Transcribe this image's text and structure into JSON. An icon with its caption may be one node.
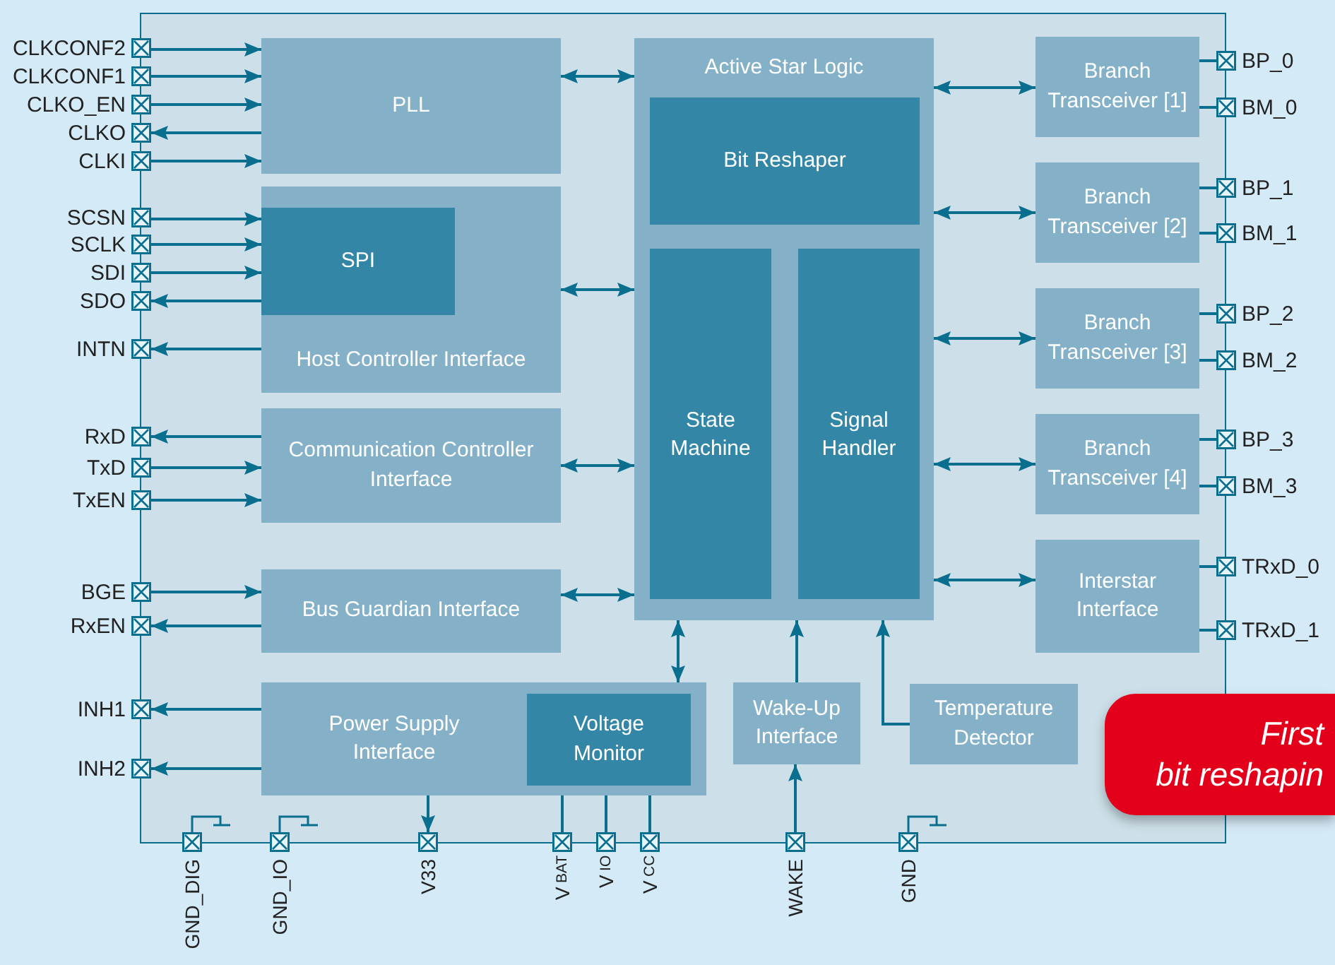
{
  "diagram": {
    "nodes": [
      {
        "text": [
          "PLL"
        ]
      },
      {
        "text": [
          "Host Controller Interface"
        ]
      },
      {
        "text": [
          "SPI"
        ],
        "in": 1
      },
      {
        "text": [
          "Communication Controller Interface"
        ]
      },
      {
        "text": [
          "Bus Guardian Interface"
        ]
      },
      {
        "text": [
          "Power Supply Interface"
        ]
      },
      {
        "text": [
          "Voltage Monitor"
        ],
        "in": 5
      },
      {
        "text": [
          "Active Star Logic"
        ]
      },
      {
        "text": [
          "Bit Reshaper"
        ],
        "in": 7
      },
      {
        "text": [
          "State Machine"
        ],
        "in": 7
      },
      {
        "text": [
          "Signal Handler"
        ],
        "in": 7
      },
      {
        "text": [
          "Wake-Up Interface"
        ]
      },
      {
        "text": [
          "Temperature Detector"
        ]
      },
      {
        "text": [
          "Branch Transceiver [1]"
        ]
      },
      {
        "text": [
          "Branch Transceiver [2]"
        ]
      },
      {
        "text": [
          "Branch Transceiver [3]"
        ]
      },
      {
        "text": [
          "Branch Transceiver [4]"
        ]
      },
      {
        "text": [
          "Interstar Interface"
        ]
      },
      {
        "text": [
          "CLKCONF2"
        ]
      },
      {
        "text": [
          "CLKCONF1"
        ]
      },
      {
        "text": [
          "CLKO_EN"
        ]
      },
      {
        "text": [
          "CLKO"
        ]
      },
      {
        "text": [
          "CLKI"
        ]
      },
      {
        "text": [
          "SCSN"
        ]
      },
      {
        "text": [
          "SCLK"
        ]
      },
      {
        "text": [
          "SDI"
        ]
      },
      {
        "text": [
          "SDO"
        ]
      },
      {
        "text": [
          "INTN"
        ]
      },
      {
        "text": [
          "RxD"
        ]
      },
      {
        "text": [
          "TxD"
        ]
      },
      {
        "text": [
          "TxEN"
        ]
      },
      {
        "text": [
          "BGE"
        ]
      },
      {
        "text": [
          "RxEN"
        ]
      },
      {
        "text": [
          "INH1"
        ]
      },
      {
        "text": [
          "INH2"
        ]
      },
      {
        "text": [
          "BP_0"
        ]
      },
      {
        "text": [
          "BM_0"
        ]
      },
      {
        "text": [
          "BP_1"
        ]
      },
      {
        "text": [
          "BM_1"
        ]
      },
      {
        "text": [
          "BP_2"
        ]
      },
      {
        "text": [
          "BM_2"
        ]
      },
      {
        "text": [
          "BP_3"
        ]
      },
      {
        "text": [
          "BM_3"
        ]
      },
      {
        "text": [
          "TRxD_0"
        ]
      },
      {
        "text": [
          "TRxD_1"
        ]
      },
      {
        "text": [
          "GND_DIG"
        ]
      },
      {
        "text": [
          "GND_IO"
        ]
      },
      {
        "text": [
          "V33"
        ]
      },
      {
        "text": [
          "V$_{BAT}$"
        ]
      },
      {
        "text": [
          "V$_{IO}$"
        ]
      },
      {
        "text": [
          "V$_{CC}$"
        ]
      },
      {
        "text": [
          "WAKE"
        ]
      },
      {
        "text": [
          "GND"
        ]
      },
      {
        "text": [
          "First",
          "bit reshapin"
        ]
      }
    ],
    "edges": [
      {
        "from": 18,
        "to": 0,
        "arrow": "to"
      },
      {
        "from": 19,
        "to": 0,
        "arrow": "to"
      },
      {
        "from": 20,
        "to": 0,
        "arrow": "to"
      },
      {
        "from": 0,
        "to": 21,
        "arrow": "to"
      },
      {
        "from": 22,
        "to": 0,
        "arrow": "to"
      },
      {
        "from": 23,
        "to": 2,
        "arrow": "to"
      },
      {
        "from": 24,
        "to": 2,
        "arrow": "to"
      },
      {
        "from": 25,
        "to": 2,
        "arrow": "to"
      },
      {
        "from": 2,
        "to": 26,
        "arrow": "to"
      },
      {
        "from": 1,
        "to": 27,
        "arrow": "to"
      },
      {
        "from": 3,
        "to": 28,
        "arrow": "to"
      },
      {
        "from": 29,
        "to": 3,
        "arrow": "to"
      },
      {
        "from": 30,
        "to": 3,
        "arrow": "to"
      },
      {
        "from": 31,
        "to": 4,
        "arrow": "to"
      },
      {
        "from": 4,
        "to": 32,
        "arrow": "to"
      },
      {
        "from": 5,
        "to": 33,
        "arrow": "to"
      },
      {
        "from": 5,
        "to": 34,
        "arrow": "to"
      },
      {
        "from": 0,
        "to": 7,
        "arrow": "both"
      },
      {
        "from": 1,
        "to": 7,
        "arrow": "both"
      },
      {
        "from": 3,
        "to": 7,
        "arrow": "both"
      },
      {
        "from": 4,
        "to": 7,
        "arrow": "both"
      },
      {
        "from": 7,
        "to": 5,
        "arrow": "both"
      },
      {
        "from": 11,
        "to": 7,
        "arrow": "to"
      },
      {
        "from": 12,
        "to": 7,
        "arrow": "to"
      },
      {
        "from": 51,
        "to": 11,
        "arrow": "to"
      },
      {
        "from": 5,
        "to": 47,
        "arrow": "to"
      },
      {
        "from": 6,
        "to": 48,
        "arrow": "none"
      },
      {
        "from": 6,
        "to": 49,
        "arrow": "none"
      },
      {
        "from": 6,
        "to": 50,
        "arrow": "none"
      },
      {
        "from": 7,
        "to": 13,
        "arrow": "both"
      },
      {
        "from": 7,
        "to": 14,
        "arrow": "both"
      },
      {
        "from": 7,
        "to": 15,
        "arrow": "both"
      },
      {
        "from": 7,
        "to": 16,
        "arrow": "both"
      },
      {
        "from": 7,
        "to": 17,
        "arrow": "both"
      },
      {
        "from": 13,
        "to": 35,
        "arrow": "none"
      },
      {
        "from": 13,
        "to": 36,
        "arrow": "none"
      },
      {
        "from": 14,
        "to": 37,
        "arrow": "none"
      },
      {
        "from": 14,
        "to": 38,
        "arrow": "none"
      },
      {
        "from": 15,
        "to": 39,
        "arrow": "none"
      },
      {
        "from": 15,
        "to": 40,
        "arrow": "none"
      },
      {
        "from": 16,
        "to": 41,
        "arrow": "none"
      },
      {
        "from": 16,
        "to": 42,
        "arrow": "none"
      },
      {
        "from": 17,
        "to": 43,
        "arrow": "none"
      },
      {
        "from": 17,
        "to": 44,
        "arrow": "none"
      }
    ]
  }
}
